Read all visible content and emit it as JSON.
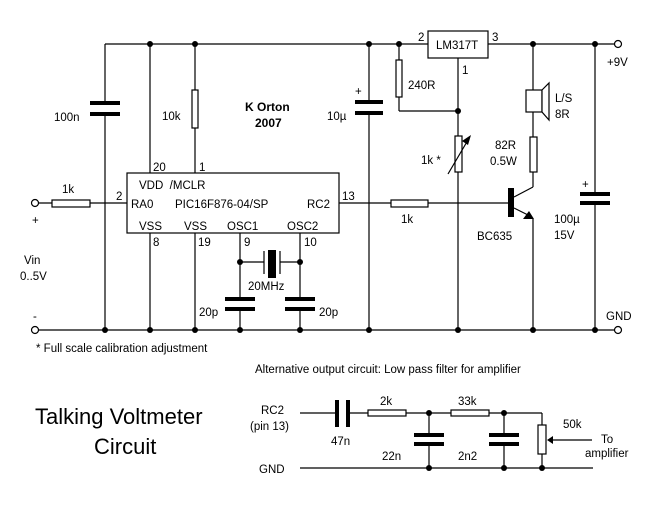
{
  "title": {
    "line1": "Talking Voltmeter",
    "line2": "Circuit"
  },
  "author": {
    "name": "K Orton",
    "year": "2007"
  },
  "footnote": "* Full scale calibration adjustment",
  "input": {
    "plus": "+",
    "minus": "-",
    "label": "Vin",
    "range": "0..5V",
    "resistor": "1k"
  },
  "pic": {
    "part": "PIC16F876-04/SP",
    "top_pins": "VDD  /MCLR",
    "ra0": "RA0",
    "rc2": "RC2",
    "bottom_pins": [
      "VSS",
      "VSS",
      "OSC1",
      "OSC2"
    ],
    "pin_numbers": {
      "vdd": "20",
      "mclr": "1",
      "ra0": "2",
      "rc2": "13",
      "vss1": "8",
      "vss2": "19",
      "osc1": "9",
      "osc2": "10"
    }
  },
  "components": {
    "c_decouple": "100n",
    "r_mclr": "10k",
    "crystal": "20MHz",
    "c_osc1": "20p",
    "c_osc2": "20p",
    "c_reg_in": "10µ",
    "c_reg_in_polarity": "+",
    "regulator": "LM317T",
    "reg_pins": {
      "in": "2",
      "out": "3",
      "adj": "1"
    },
    "r_240": "240R",
    "pot_cal": "1k *",
    "r_base": "1k",
    "transistor": "BC635",
    "speaker": {
      "line1": "L/S",
      "line2": "8R"
    },
    "r_speaker": {
      "line1": "82R",
      "line2": "0.5W"
    },
    "c_out": {
      "line1": "100µ",
      "line2": "15V"
    },
    "c_out_polarity": "+"
  },
  "rails": {
    "supply": "+9V",
    "ground": "GND"
  },
  "filter": {
    "heading": "Alternative output circuit: Low pass filter for amplifier",
    "input_label": "RC2",
    "input_pin": "(pin 13)",
    "gnd": "GND",
    "c_series": "47n",
    "r1": "2k",
    "c1": "22n",
    "r2": "33k",
    "c2": "2n2",
    "pot": "50k",
    "output_line1": "To",
    "output_line2": "amplifier"
  }
}
